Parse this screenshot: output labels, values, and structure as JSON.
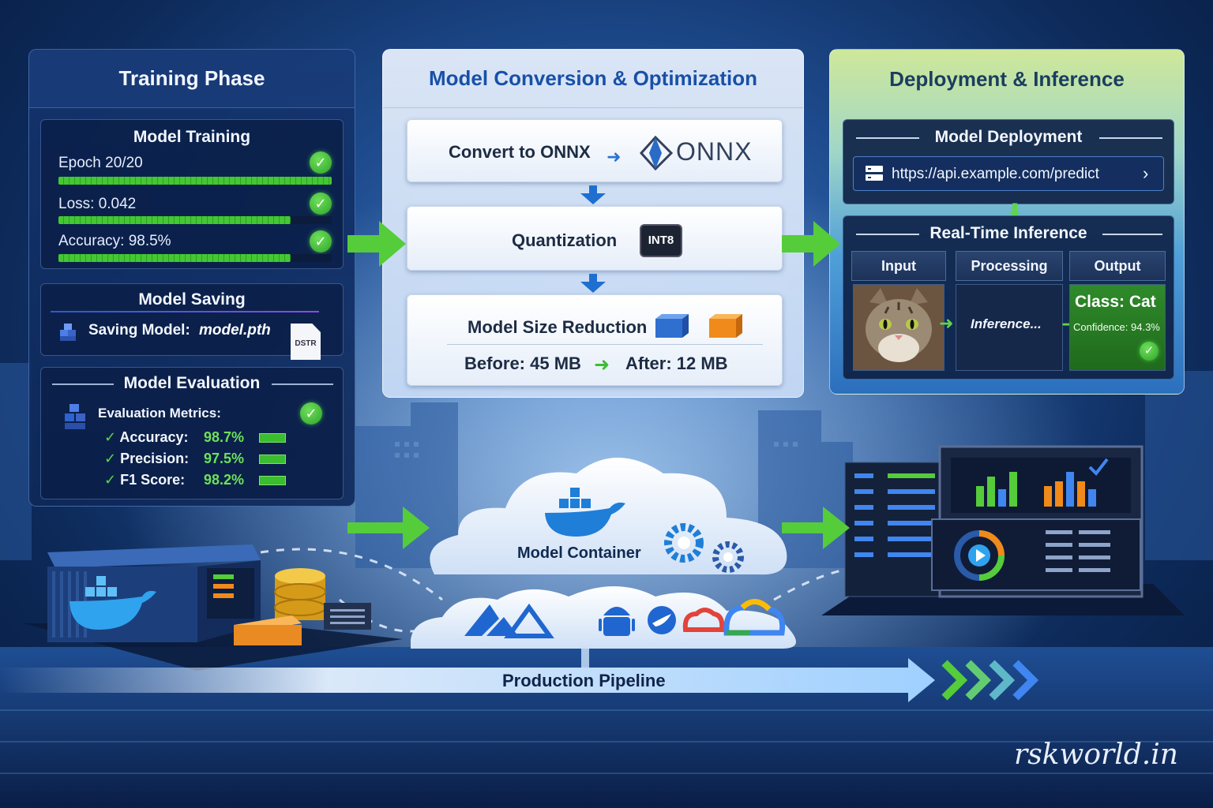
{
  "training": {
    "title": "Training Phase",
    "model_training": {
      "title": "Model Training",
      "rows": [
        {
          "label": "Epoch 20/20",
          "progress": 1.0
        },
        {
          "label": "Loss:  0.042",
          "progress": 0.85
        },
        {
          "label": "Accuracy: 98.5%",
          "progress": 0.85
        }
      ]
    },
    "model_saving": {
      "title": "Model Saving",
      "label": "Saving Model:",
      "file": "model.pth",
      "file_badge": "DSTR"
    },
    "model_evaluation": {
      "title": "Model Evaluation",
      "metrics_label": "Evaluation Metrics:",
      "metrics": [
        {
          "name": "Accuracy:",
          "value": "98.7%"
        },
        {
          "name": "Precision:",
          "value": "97.5%"
        },
        {
          "name": "F1 Score:",
          "value": "98.2%"
        }
      ]
    }
  },
  "conversion": {
    "title": "Model Conversion & Optimization",
    "convert_label": "Convert to ONNX",
    "onnx_logo_text": "ONNX",
    "quantization_label": "Quantization",
    "int8_chip": "INT8",
    "size_reduction_label": "Model Size Reduction",
    "before": "Before: 45 MB",
    "after": "After: 12 MB"
  },
  "deployment": {
    "title": "Deployment & Inference",
    "model_deployment": {
      "title": "Model Deployment",
      "url": "https://api.example.com/predict"
    },
    "realtime": {
      "title": "Real-Time Inference",
      "columns": [
        "Input",
        "Processing",
        "Output"
      ],
      "processing_text": "Inference...",
      "output_class": "Class: Cat",
      "confidence": "Confidence: 94.3%"
    }
  },
  "bottom": {
    "container_label": "Model Container",
    "pipeline_label": "Production Pipeline",
    "watermark": "rskworld.in"
  },
  "colors": {
    "accent_green": "#43c832",
    "accent_blue": "#1f6fd0",
    "panel_dark": "#14346e",
    "title_blue": "#1850a8"
  },
  "icons": [
    "check-icon",
    "onnx-logo-icon",
    "chip-icon",
    "cube-icon",
    "server-icon",
    "docker-icon",
    "cloud-icon",
    "gear-icon",
    "cat-image",
    "dashboard-icon",
    "azure-icon",
    "android-icon",
    "gcp-icon",
    "file-icon"
  ]
}
